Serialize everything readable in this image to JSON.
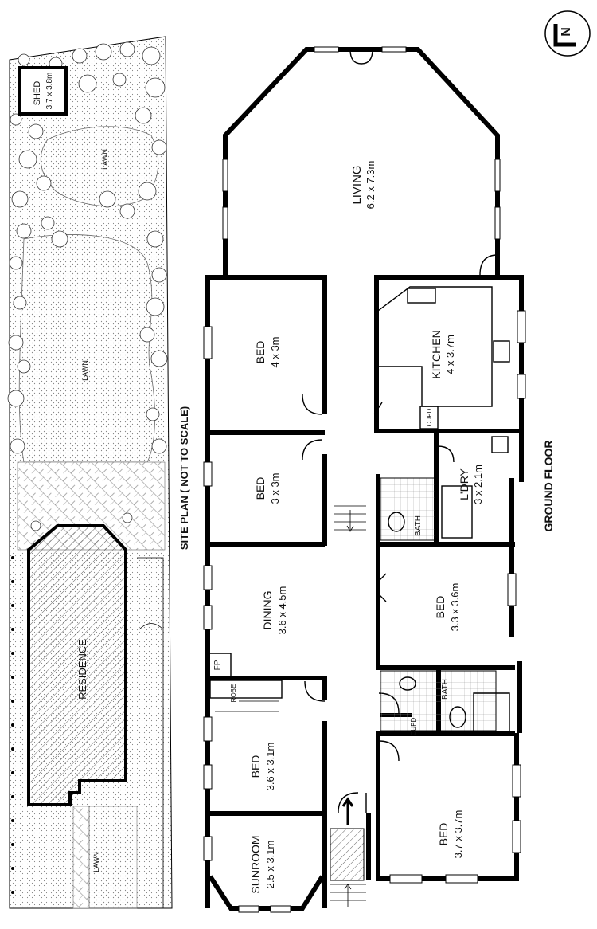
{
  "site_plan": {
    "title": "SITE PLAN ( NOT TO SCALE)",
    "shed_name": "SHED",
    "shed_size": "3.7 x 3.8m",
    "lawn_top": "LAWN",
    "lawn_middle": "LAWN",
    "lawn_bottom": "LAWN",
    "residence": "RESIDENCE"
  },
  "floor_plan": {
    "title": "GROUND FLOOR",
    "rooms": [
      {
        "name": "LIVING",
        "size": "6.2 x 7.3m"
      },
      {
        "name": "KITCHEN",
        "size": "4 x 3.7m"
      },
      {
        "name": "BED",
        "size": "4 x 3m"
      },
      {
        "name": "BED",
        "size": "3 x 3m"
      },
      {
        "name": "L'DRY",
        "size": "3 x 2.1m"
      },
      {
        "name": "DINING",
        "size": "3.6 x 4.5m"
      },
      {
        "name": "BED",
        "size": "3.3 x 3.6m"
      },
      {
        "name": "BED",
        "size": "3.6 x 3.1m"
      },
      {
        "name": "SUNROOM",
        "size": "2.5 x 3.1m"
      },
      {
        "name": "BED",
        "size": "3.7 x 3.7m"
      }
    ],
    "bath_upper": "BATH",
    "bath_lower": "BATH",
    "cupd_kitchen": "CUPD",
    "cupd_bath": "CUPD",
    "robe": "ROBE",
    "fp": "FP"
  },
  "compass": {
    "letter": "N"
  }
}
